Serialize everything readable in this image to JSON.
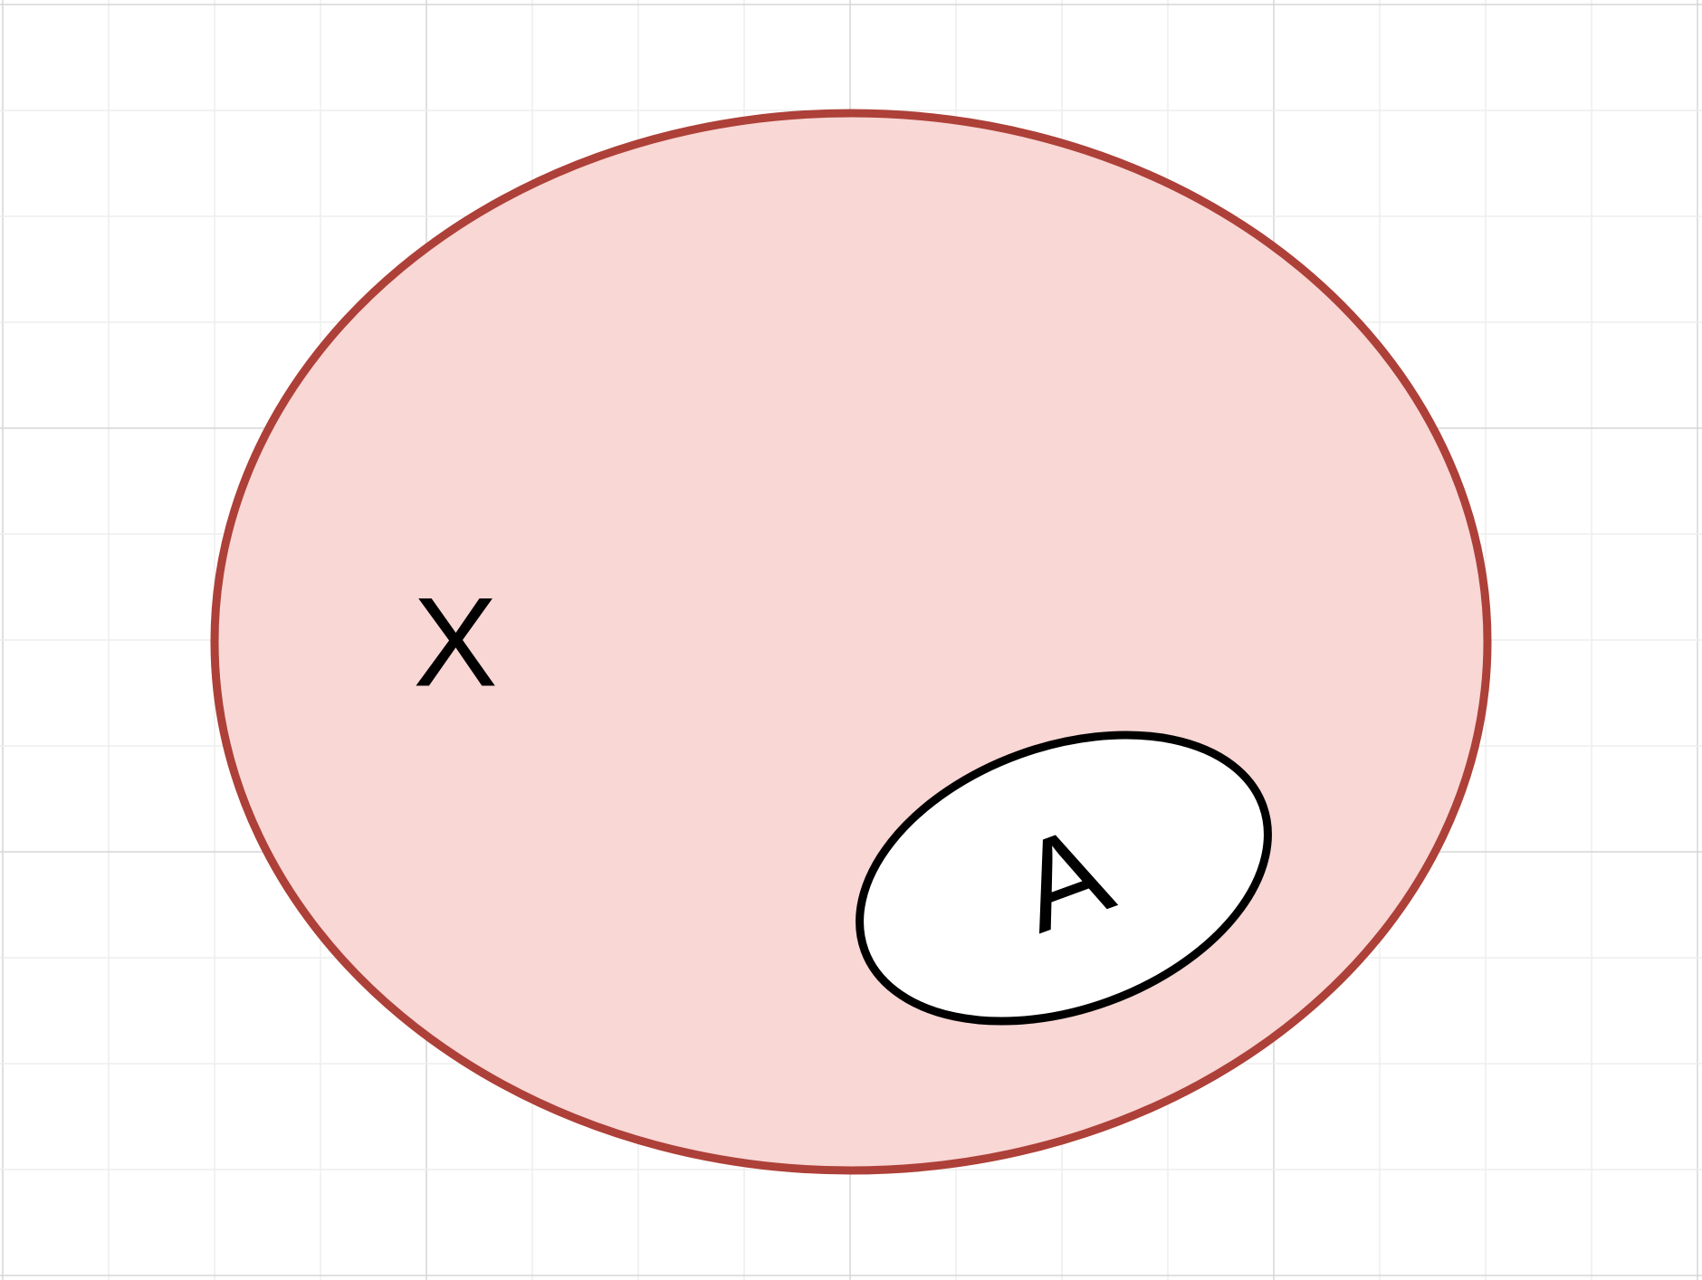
{
  "diagram": {
    "type": "venn",
    "grid": true,
    "colors": {
      "grid_minor": "#eeeeee",
      "grid_major": "#d6d6d6",
      "outer_fill": "#f8d7d5",
      "outer_stroke": "#ad4038",
      "inner_fill": "#ffffff",
      "inner_stroke": "#000000"
    },
    "sets": [
      {
        "id": "outer",
        "label": "X"
      },
      {
        "id": "inner",
        "label": "A",
        "subset_of": "outer"
      }
    ]
  }
}
